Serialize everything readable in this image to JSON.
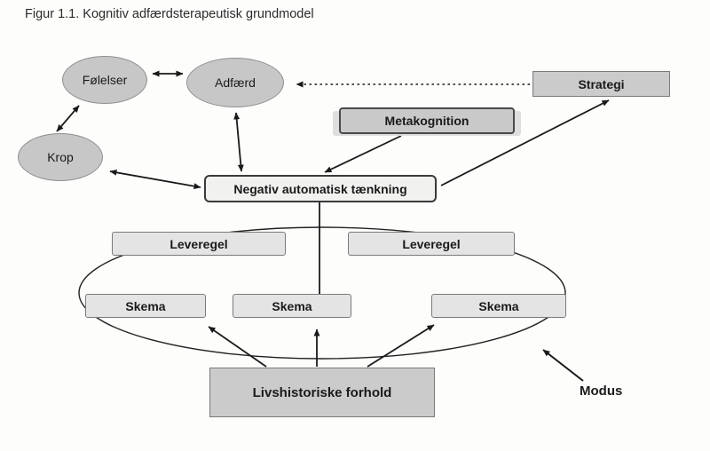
{
  "title": "Figur 1.1. Kognitiv adfærdsterapeutisk grundmodel",
  "nodes": {
    "foelelser": "Følelser",
    "adfaerd": "Adfærd",
    "krop": "Krop",
    "strategi": "Strategi",
    "metakognition": "Metakognition",
    "nat": "Negativ automatisk tænkning",
    "leveregel_left": "Leveregel",
    "leveregel_right": "Leveregel",
    "skema_left": "Skema",
    "skema_center": "Skema",
    "skema_right": "Skema",
    "livshistoriske": "Livshistoriske forhold",
    "modus": "Modus"
  },
  "colors": {
    "ellipse_fill": "#c7c7c7",
    "gray_box_fill": "#cbcbcb",
    "light_box_fill": "#e4e4e4",
    "nat_box_fill": "#f1f1f0",
    "line": "#1a1a1a",
    "background": "#fdfdfc"
  },
  "connectors": {
    "foelelser_adfaerd": "double-arrow",
    "foelelser_krop": "double-arrow",
    "krop_nat": "double-arrow",
    "adfaerd_nat": "double-arrow",
    "strategi_adfaerd": "dotted-arrow",
    "metakognition_nat": "arrow",
    "nat_strategi": "arrow",
    "nat_skema": "line",
    "livshistoriske_skema": "three-arrows",
    "modus_ellipse": "arrow"
  }
}
